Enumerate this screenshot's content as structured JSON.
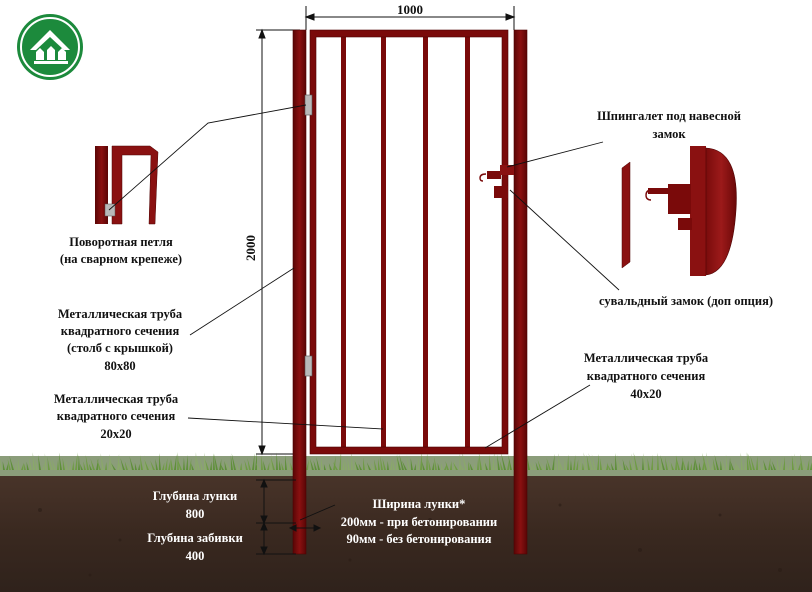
{
  "colors": {
    "metal": "#7a0a0a",
    "metal_dark": "#4e0404",
    "metal_light": "#a51a1a",
    "soil": "#3d2b22",
    "grass": "#5f8f3a",
    "logo_green": "#1c8a3c"
  },
  "logo": {
    "icon": "house-fence-logo-icon"
  },
  "dimensions": {
    "width": "1000",
    "height": "2000"
  },
  "labels": {
    "hinge": [
      "Поворотная петля",
      "(на сварном крепеже)"
    ],
    "post": [
      "Металлическая труба",
      "квадратного сечения",
      "(столб с крышкой)",
      "80x80"
    ],
    "tube_20": [
      "Металлическая труба",
      "квадратного сечения",
      "20x20"
    ],
    "latch": [
      "Шпингалет под навесной",
      "замок"
    ],
    "lock": [
      "сувальдный замок (доп опция)"
    ],
    "tube_40": [
      "Металлическая труба",
      "квадратного сечения",
      "40x20"
    ],
    "hole_depth": [
      "Глубина лунки",
      "800"
    ],
    "drive_depth": [
      "Глубина забивки",
      "400"
    ],
    "hole_width": [
      "Ширина лунки*",
      "200мм - при бетонировании",
      "90мм - без бетонирования"
    ]
  }
}
